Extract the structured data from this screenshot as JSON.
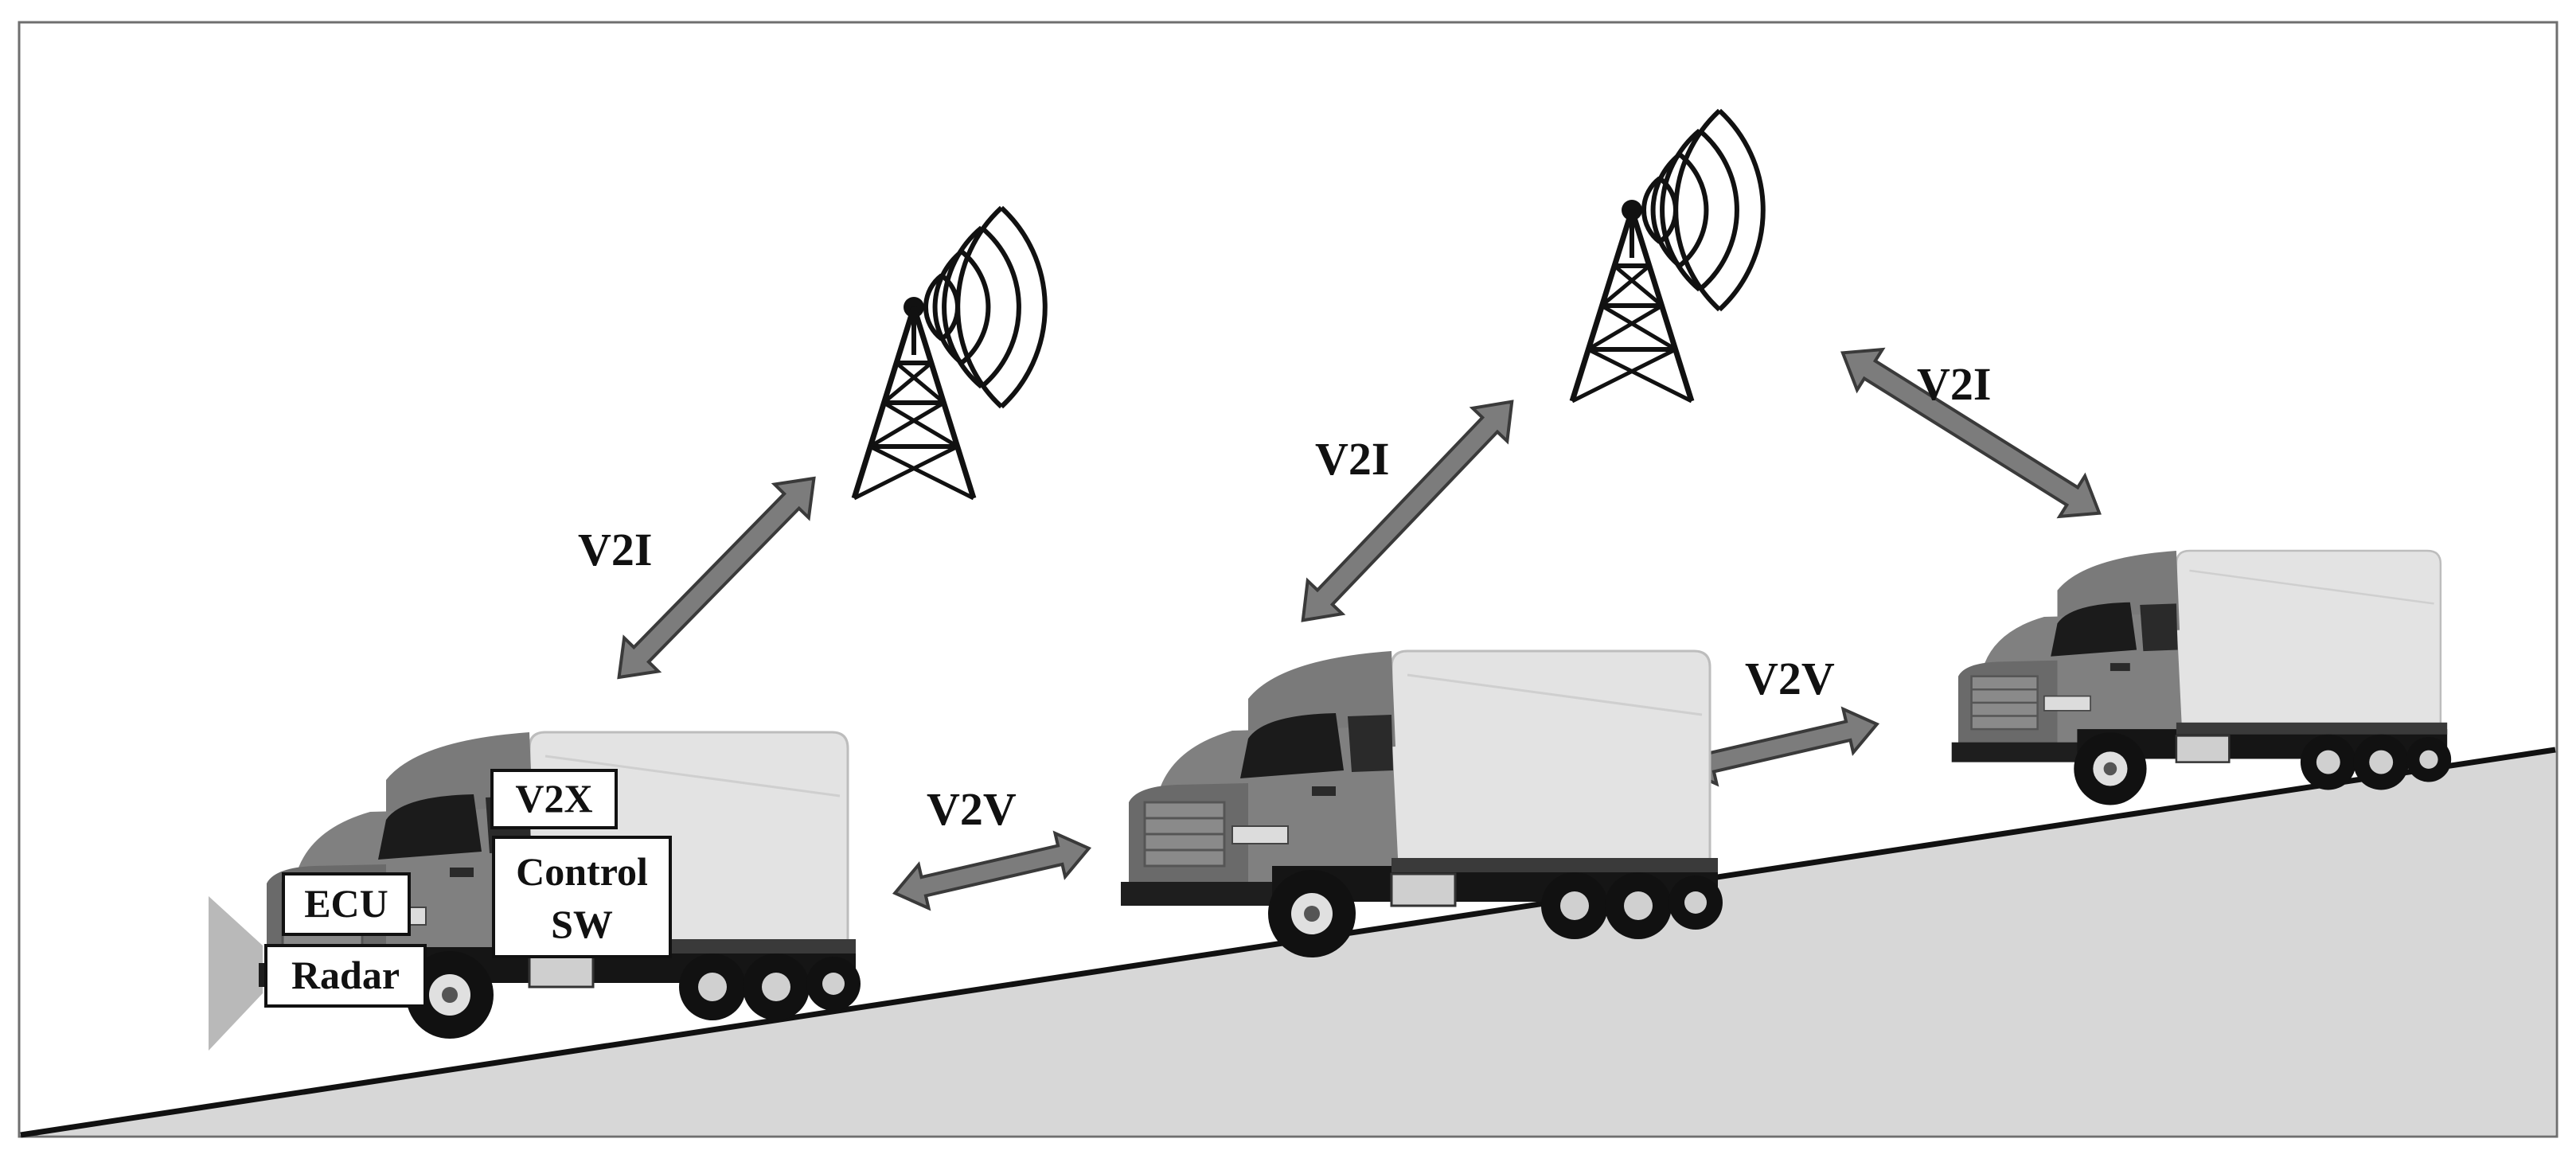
{
  "labels": {
    "v2i_left": "V2I",
    "v2i_middle": "V2I",
    "v2i_right": "V2I",
    "v2v_left": "V2V",
    "v2v_right": "V2V",
    "ecu": "ECU",
    "radar": "Radar",
    "v2x": "V2X",
    "control_sw_line1": "Control",
    "control_sw_line2": "SW"
  },
  "colors": {
    "frame": "#6f6f6f",
    "ground": "#d7d7d7",
    "road_line": "#111111",
    "arrow_fill": "#7c7c7c",
    "arrow_stroke": "#3a3a3a",
    "cab": "#808080",
    "cab_dark": "#5e5e5e",
    "trailer": "#e3e3e3",
    "chassis": "#151515",
    "tower": "#111111",
    "label_box_border": "#111111",
    "radar_cone": "#b9b9b9"
  },
  "icons": {
    "tower": "radio-tower-icon",
    "truck": "truck-icon",
    "radar": "radar-cone-icon"
  }
}
